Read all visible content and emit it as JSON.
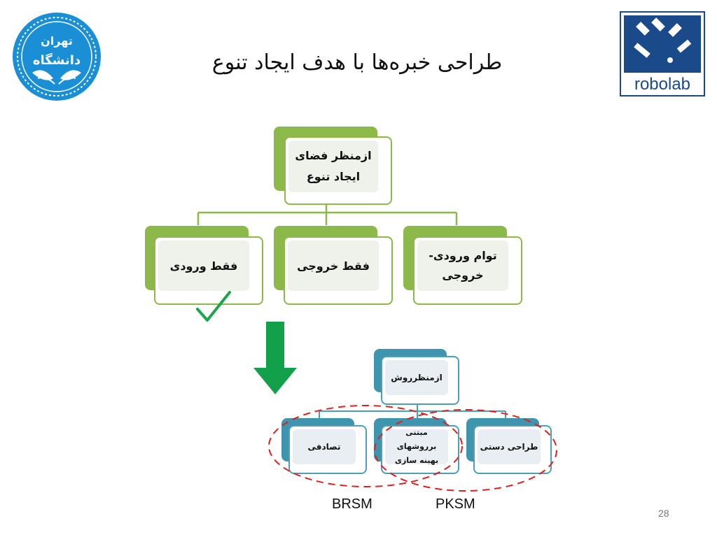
{
  "slide": {
    "title": "طراحی خبره‌ها با هدف ایجاد تنوع",
    "page_number": "28"
  },
  "logos": {
    "left": {
      "name": "university-of-tehran-logo",
      "text": "دانشگاه تهران",
      "color": "#1a8fd6"
    },
    "right": {
      "name": "robolab-logo",
      "text": "robolab",
      "color": "#1b4a8a"
    }
  },
  "diagram1": {
    "root": "ازمنظر فضای ایجاد تنوع",
    "children": [
      {
        "label": "فقط ورودی",
        "selected": true
      },
      {
        "label": "فقط خروجی",
        "selected": false
      },
      {
        "label": "توام ورودی- خروجی",
        "selected": false
      }
    ],
    "color": "#8db84a"
  },
  "diagram2": {
    "root": "ازمنظرروش",
    "children": [
      {
        "label": "تصادفی"
      },
      {
        "label": "مبتنی برروشهای بهینه سازی"
      },
      {
        "label": "طراحی دستی"
      }
    ],
    "color": "#3f95ae"
  },
  "groups": {
    "brsm": "BRSM",
    "pksm": "PKSM",
    "outline_color": "#e02020"
  },
  "markers": {
    "check_icon": "check-icon",
    "check_color": "#1aa64a",
    "arrow_icon": "arrow-down-icon",
    "arrow_color": "#12a14a"
  }
}
